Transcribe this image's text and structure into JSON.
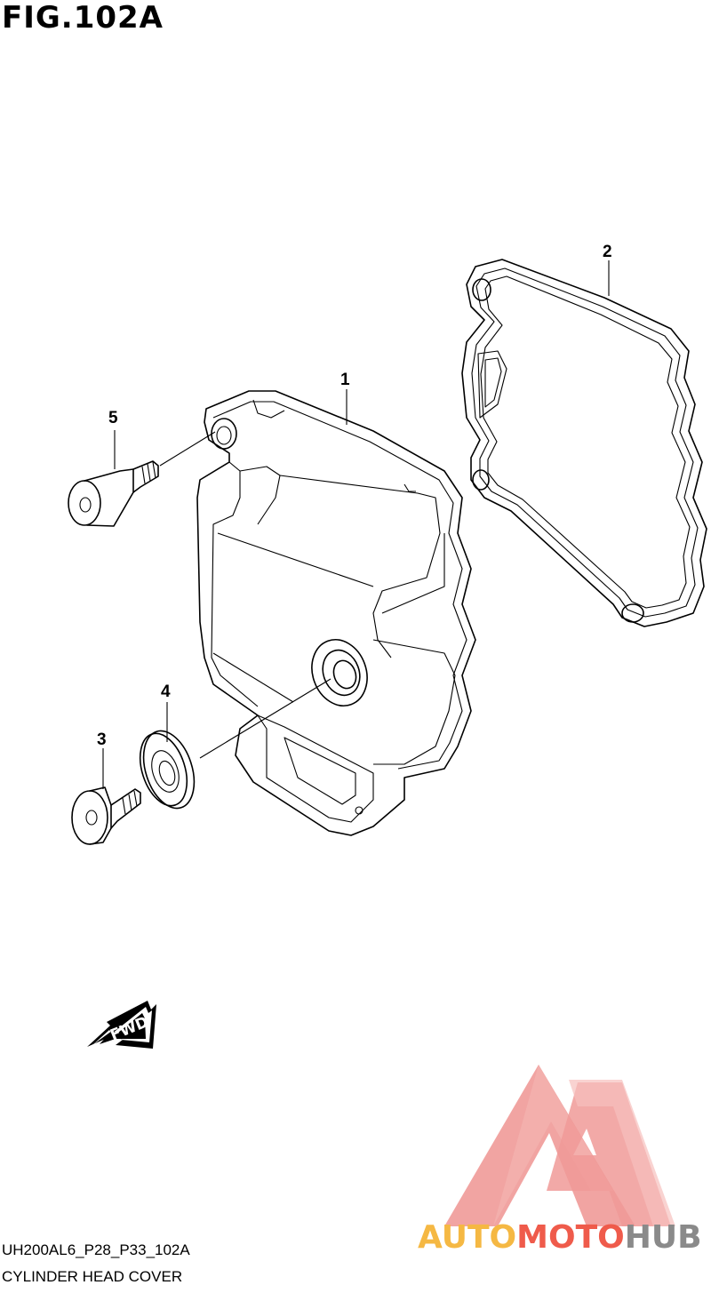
{
  "figure": {
    "title": "FIG.102A"
  },
  "callouts": {
    "c1": "1",
    "c2": "2",
    "c3": "3",
    "c4": "4",
    "c5": "5"
  },
  "badge": {
    "fwd": "FWD"
  },
  "footer": {
    "code": "UH200AL6_P28_P33_102A",
    "name": "CYLINDER HEAD COVER"
  },
  "watermark": {
    "part1": "AUTO",
    "part2": "MOTO",
    "part3": "HUB",
    "color_part1": "#f5b843",
    "color_part2": "#ef5b4b",
    "color_part3": "#8a8a8a",
    "logo_color": "#f09a98"
  }
}
